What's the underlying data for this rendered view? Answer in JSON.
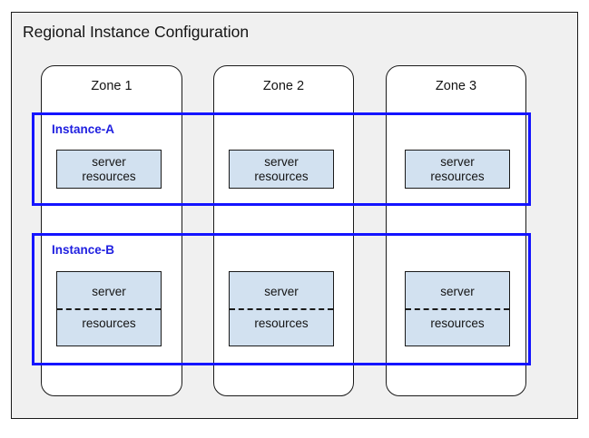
{
  "diagram": {
    "title": "Regional Instance Configuration",
    "background_color": "#f0f0f0",
    "border_color": "#1a1a1a",
    "accent_color": "#1414ff",
    "resource_fill_color": "#d2e1f0"
  },
  "zones": [
    {
      "label": "Zone 1"
    },
    {
      "label": "Zone 2"
    },
    {
      "label": "Zone 3"
    }
  ],
  "instances": [
    {
      "label": "Instance-A",
      "style": "solid",
      "resources": [
        {
          "line1": "server",
          "line2": "resources"
        },
        {
          "line1": "server",
          "line2": "resources"
        },
        {
          "line1": "server",
          "line2": "resources"
        }
      ]
    },
    {
      "label": "Instance-B",
      "style": "split",
      "resources": [
        {
          "line1": "server",
          "line2": "resources"
        },
        {
          "line1": "server",
          "line2": "resources"
        },
        {
          "line1": "server",
          "line2": "resources"
        }
      ]
    }
  ]
}
